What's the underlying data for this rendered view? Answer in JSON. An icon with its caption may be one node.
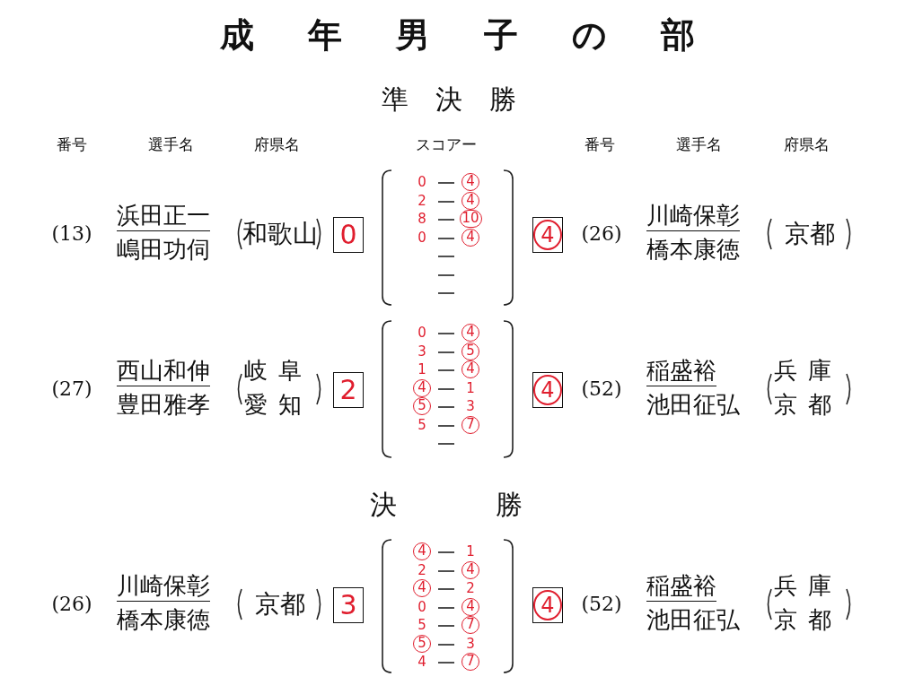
{
  "diagram": {
    "title": "成年男子の部",
    "nodes": [
      {
        "text": [
          "0"
        ]
      },
      {
        "text": [
          "4"
        ]
      },
      {
        "text": [
          "2"
        ]
      },
      {
        "text": [
          "4"
        ]
      },
      {
        "text": [
          "3"
        ]
      },
      {
        "text": [
          "4"
        ]
      }
    ],
    "labels": [
      "準決勝",
      "番号",
      "選手名",
      "府県名",
      "スコアー",
      "番号",
      "選手名",
      "府県名",
      "(13)",
      "浜田正一",
      "嶋田功伺",
      "和歌山",
      "0",
      "4",
      "2",
      "4",
      "8",
      "10",
      "0",
      "4",
      "(26)",
      "川崎保彰",
      "橋本康徳",
      "京都",
      "(27)",
      "西山和伸",
      "豊田雅孝",
      "岐阜",
      "愛知",
      "0",
      "4",
      "3",
      "5",
      "1",
      "4",
      "4",
      "1",
      "5",
      "3",
      "5",
      "7",
      "(52)",
      "稲盛裕",
      "池田征弘",
      "兵庫",
      "京都",
      "決勝",
      "(26)",
      "川崎保彰",
      "橋本康徳",
      "京都",
      "4",
      "1",
      "2",
      "4",
      "4",
      "2",
      "0",
      "4",
      "5",
      "7",
      "5",
      "3",
      "4",
      "7",
      "(52)",
      "稲盛裕",
      "池田征弘",
      "兵庫",
      "京都"
    ]
  }
}
